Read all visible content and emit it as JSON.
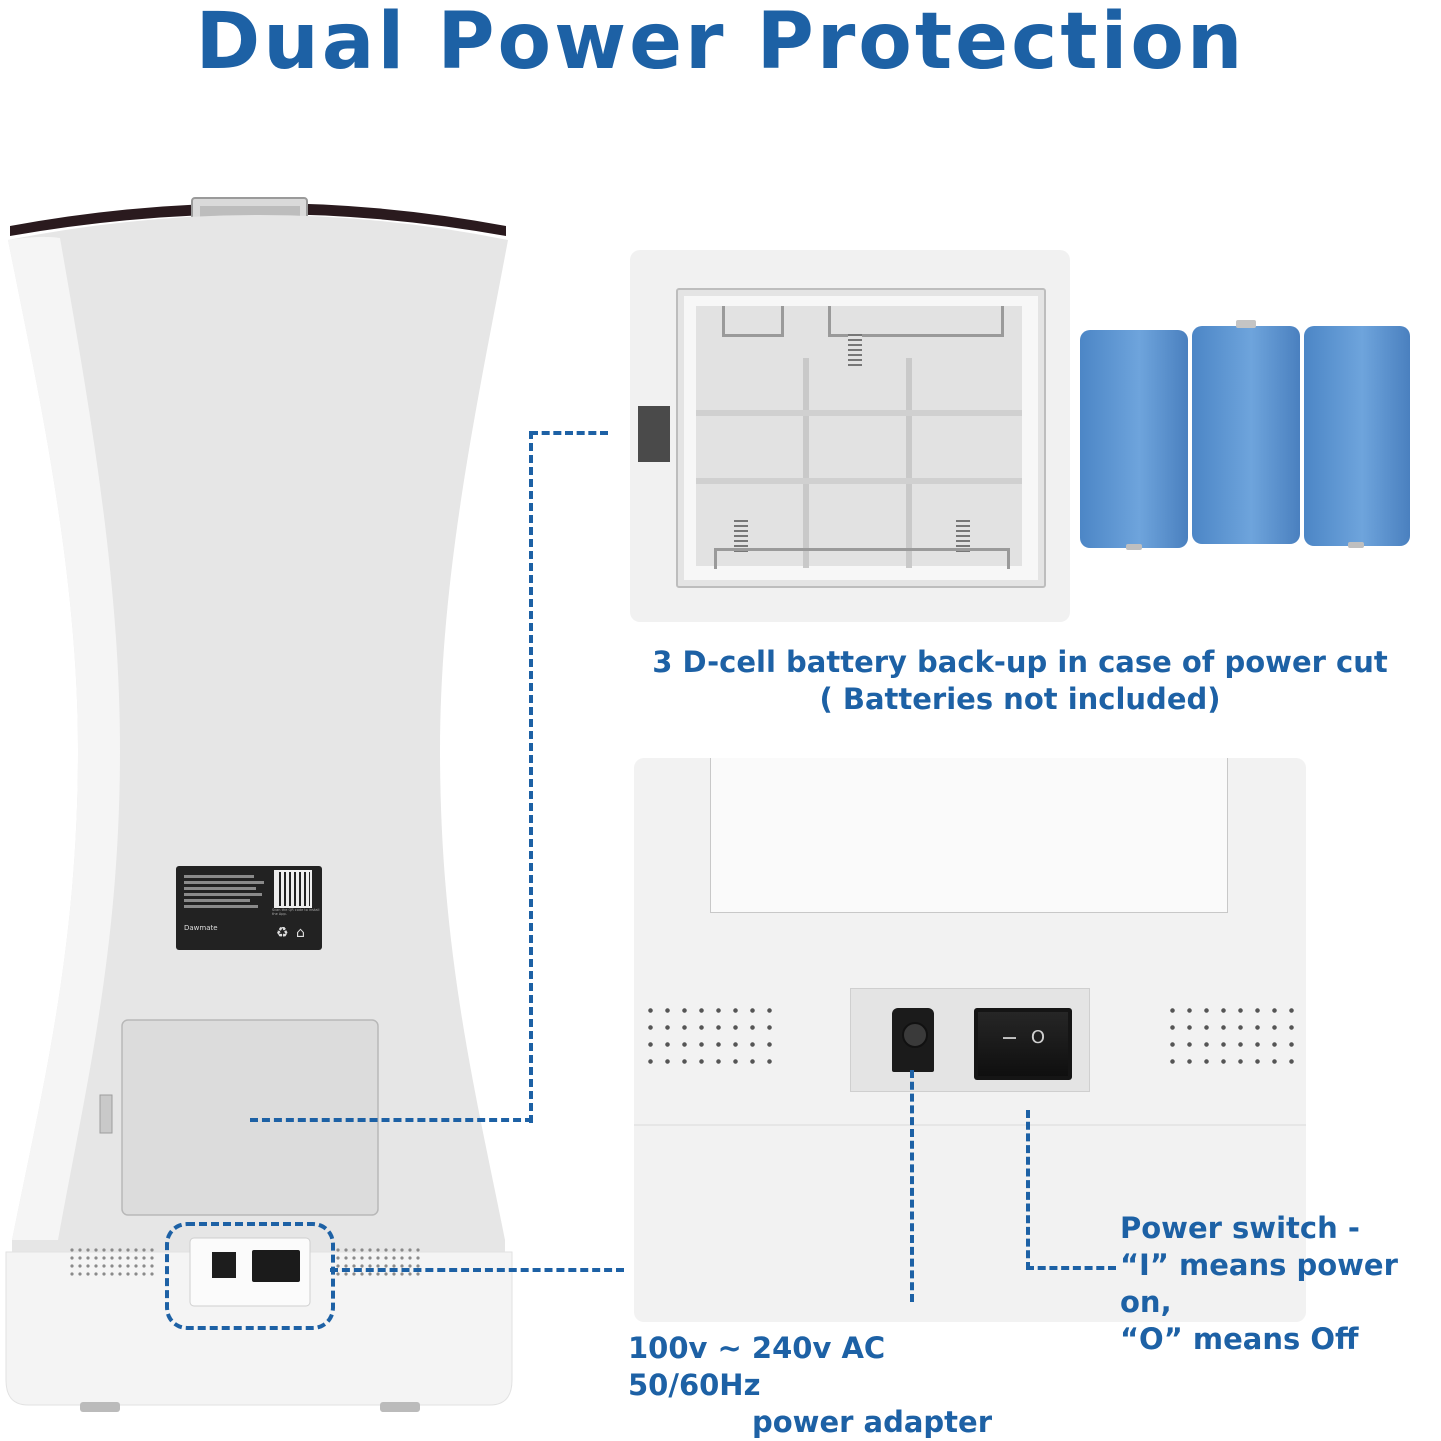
{
  "title": "Dual Power Protection",
  "colors": {
    "accent": "#1d61a5",
    "battery": "#5b92cf",
    "panel": "#f1f1f1",
    "body": "#e9e9e9"
  },
  "device_label": {
    "brand": "Dawmate",
    "qr_hint": "Scan the QR code to install the App."
  },
  "switch_symbols": {
    "on": "I",
    "off": "O"
  },
  "captions": {
    "battery_line1": "3 D-cell battery back-up in case of power cut",
    "battery_line2": "( Batteries not included)",
    "adapter_line1": "100v ~ 240v AC 50/60Hz",
    "adapter_line2": "power adapter",
    "switch_line1": "Power switch -",
    "switch_line2": "“I” means power on,",
    "switch_line3": "“O” means Off"
  }
}
